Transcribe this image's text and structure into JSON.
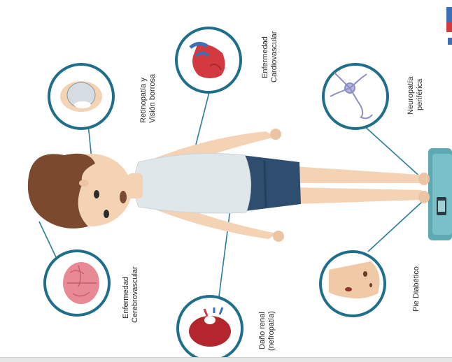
{
  "labels": {
    "cerebrovascular_l1": "Enfermedad",
    "cerebrovascular_l2": "Cerebrovascular",
    "retinopathy_l1": "Retinopatía y",
    "retinopathy_l2": "Visión borrosa",
    "cardiovascular_l1": "Enfermedad",
    "cardiovascular_l2": "Cardiovascular",
    "neuropathy_l1": "Neuropatía",
    "neuropathy_l2": "periférica",
    "kidney_l1": "Daño renal",
    "kidney_l2": "(nefropatía)",
    "foot": "Pie Diabético"
  },
  "colors": {
    "circle_stroke": "#1f6f8b",
    "leader_line": "#2a7d9b",
    "label_text": "#2a2a2a",
    "hair": "#7b4a2e",
    "skin": "#f4d3b5",
    "shirt": "#dfe7ea",
    "shorts": "#2f4d6e",
    "scale": "#5fa9b2",
    "heart": "#d23a3f",
    "kidney": "#b3262e",
    "brain": "#e88a96"
  },
  "icons": [
    "brain-icon",
    "eye-icon",
    "heart-icon",
    "neuron-icon",
    "kidney-icon",
    "foot-icon",
    "scale-icon"
  ]
}
